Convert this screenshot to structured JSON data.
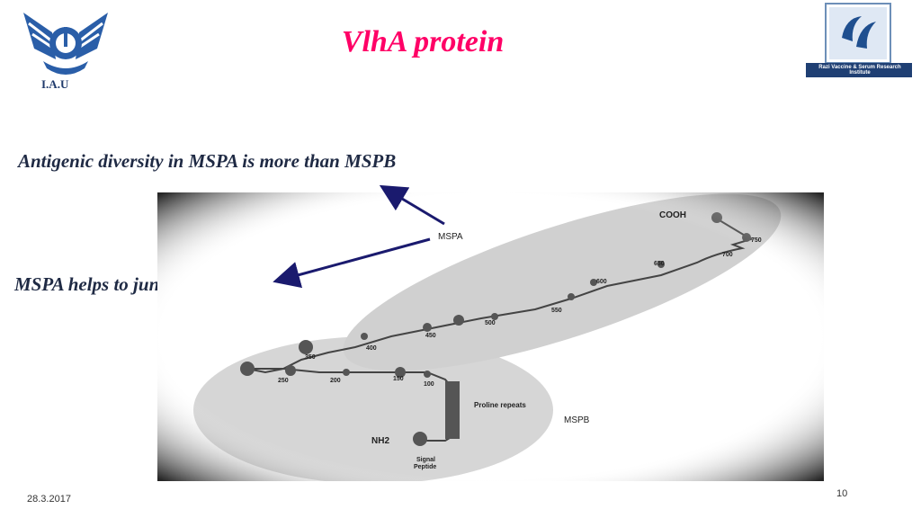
{
  "slide": {
    "title": "VlhA  protein",
    "note_diversity": "Antigenic diversity in MSPA is more than MSPB",
    "note_junction": "MSPA helps to junction",
    "date": "28.3.2017",
    "page_number": "10"
  },
  "logos": {
    "left_text": "I.A.U",
    "right_text": "Razi Vaccine & Serum Research Institute"
  },
  "figure": {
    "labels": {
      "cooh": "COOH",
      "nh2": "NH2",
      "mspa": "MSPA",
      "mspb": "MSPB",
      "proline": "Proline repeats",
      "signal": "Signal",
      "peptide": "Peptide"
    },
    "residues": [
      "750",
      "700",
      "650",
      "600",
      "550",
      "500",
      "450",
      "400",
      "350",
      "250",
      "200",
      "150",
      "100"
    ]
  },
  "colors": {
    "title": "#ff0066",
    "text": "#1f2a44",
    "arrow": "#1a1a6e",
    "logo_blue": "#2a5ea8"
  }
}
